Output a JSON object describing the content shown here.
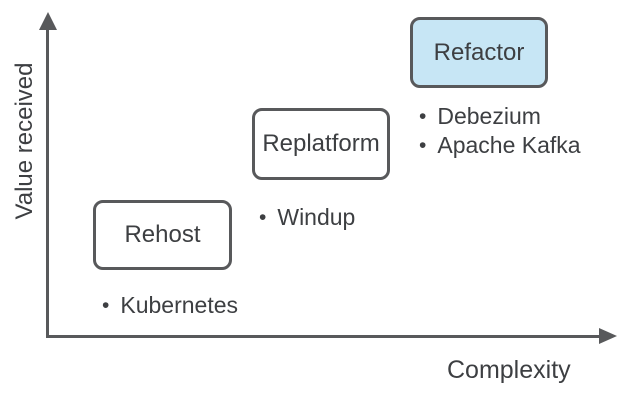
{
  "diagram": {
    "y_axis_label": "Value received",
    "x_axis_label": "Complexity",
    "bullet_glyph": "•",
    "stages": [
      {
        "label": "Rehost",
        "highlighted": false,
        "items": [
          "Kubernetes"
        ]
      },
      {
        "label": "Replatform",
        "highlighted": false,
        "items": [
          "Windup"
        ]
      },
      {
        "label": "Refactor",
        "highlighted": true,
        "items": [
          "Debezium",
          "Apache Kafka"
        ]
      }
    ],
    "colors": {
      "axis": "#58595b",
      "box_border": "#58595b",
      "highlight_fill": "#c7e6f5",
      "text": "#3d3f42",
      "background": "#ffffff"
    }
  }
}
